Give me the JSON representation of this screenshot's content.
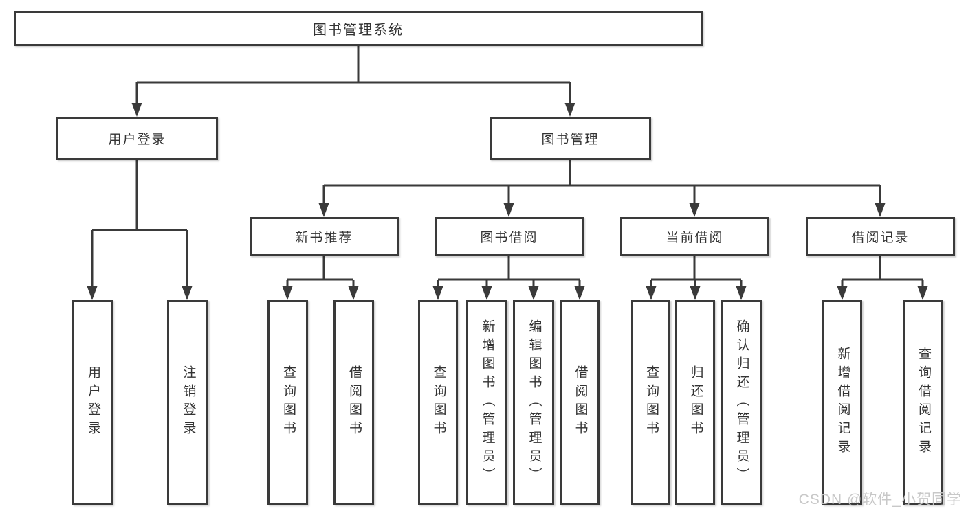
{
  "diagram": {
    "root": {
      "label": "图书管理系统"
    },
    "children": [
      {
        "label": "用户登录",
        "children": [
          {
            "label": "用户登录"
          },
          {
            "label": "注销登录"
          }
        ]
      },
      {
        "label": "图书管理",
        "children": [
          {
            "label": "新书推荐",
            "children": [
              {
                "label": "查询图书"
              },
              {
                "label": "借阅图书"
              }
            ]
          },
          {
            "label": "图书借阅",
            "children": [
              {
                "label": "查询图书"
              },
              {
                "label": "新增图书（管理员）"
              },
              {
                "label": "编辑图书（管理员）"
              },
              {
                "label": "借阅图书"
              }
            ]
          },
          {
            "label": "当前借阅",
            "children": [
              {
                "label": "查询图书"
              },
              {
                "label": "归还图书"
              },
              {
                "label": "确认归还（管理员）"
              }
            ]
          },
          {
            "label": "借阅记录",
            "children": [
              {
                "label": "新增借阅记录"
              },
              {
                "label": "查询借阅记录"
              }
            ]
          }
        ]
      }
    ],
    "watermark": "CSDN @软件_小贺同学",
    "colors": {
      "line": "#3a3a3a",
      "text": "#333333",
      "background": "#ffffff",
      "watermark": "#c5c5c5"
    }
  }
}
